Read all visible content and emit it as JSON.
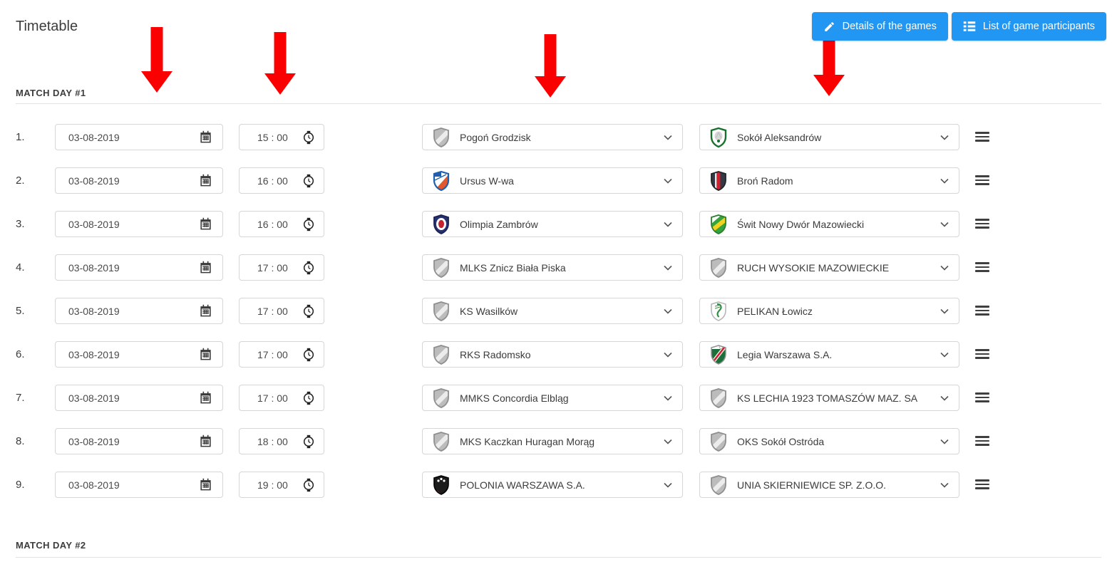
{
  "header": {
    "title": "Timetable",
    "buttons": [
      {
        "label": "Details of the games",
        "icon": "pencil-icon"
      },
      {
        "label": "List of game participants",
        "icon": "list-icon"
      }
    ]
  },
  "annotations": {
    "red_arrow_count": 4,
    "red_arrow_icon": "arrow-down-icon"
  },
  "sections": [
    {
      "label": "MATCH DAY #1"
    },
    {
      "label": "MATCH DAY #2"
    }
  ],
  "row_icons": {
    "date": "calendar-icon",
    "time": "clock-icon",
    "select": "chevron-down-icon",
    "drag": "menu-icon"
  },
  "matches": [
    {
      "index": "1.",
      "date": "03-08-2019",
      "time": "15 : 00",
      "home": {
        "name": "Pogoń Grodzisk",
        "crest": "generic-shield-icon"
      },
      "away": {
        "name": "Sokół Aleksandrów",
        "crest": "sokol-green-crest-icon"
      }
    },
    {
      "index": "2.",
      "date": "03-08-2019",
      "time": "16 : 00",
      "home": {
        "name": "Ursus W-wa",
        "crest": "ursus-blue-red-crest-icon"
      },
      "away": {
        "name": "Broń Radom",
        "crest": "bron-dark-red-crest-icon"
      }
    },
    {
      "index": "3.",
      "date": "03-08-2019",
      "time": "16 : 00",
      "home": {
        "name": "Olimpia Zambrów",
        "crest": "olimpia-navy-crest-icon"
      },
      "away": {
        "name": "Świt Nowy Dwór Mazowiecki",
        "crest": "swit-green-yellow-crest-icon"
      }
    },
    {
      "index": "4.",
      "date": "03-08-2019",
      "time": "17 : 00",
      "home": {
        "name": "MLKS Znicz Biała Piska",
        "crest": "generic-shield-icon"
      },
      "away": {
        "name": "RUCH WYSOKIE MAZOWIECKIE",
        "crest": "generic-shield-icon"
      }
    },
    {
      "index": "5.",
      "date": "03-08-2019",
      "time": "17 : 00",
      "home": {
        "name": "KS Wasilków",
        "crest": "generic-shield-icon"
      },
      "away": {
        "name": "PELIKAN Łowicz",
        "crest": "pelikan-white-green-crest-icon"
      }
    },
    {
      "index": "6.",
      "date": "03-08-2019",
      "time": "17 : 00",
      "home": {
        "name": "RKS Radomsko",
        "crest": "generic-shield-icon"
      },
      "away": {
        "name": "Legia Warszawa S.A.",
        "crest": "legia-green-white-red-crest-icon"
      }
    },
    {
      "index": "7.",
      "date": "03-08-2019",
      "time": "17 : 00",
      "home": {
        "name": "MMKS Concordia Elbląg",
        "crest": "generic-shield-icon"
      },
      "away": {
        "name": "KS LECHIA 1923 TOMASZÓW MAZ. SA",
        "crest": "generic-shield-icon"
      }
    },
    {
      "index": "8.",
      "date": "03-08-2019",
      "time": "18 : 00",
      "home": {
        "name": "MKS Kaczkan Huragan Morąg",
        "crest": "generic-shield-icon"
      },
      "away": {
        "name": "OKS Sokół Ostróda",
        "crest": "generic-shield-icon"
      }
    },
    {
      "index": "9.",
      "date": "03-08-2019",
      "time": "19 : 00",
      "home": {
        "name": "POLONIA WARSZAWA S.A.",
        "crest": "polonia-black-red-crest-icon"
      },
      "away": {
        "name": "UNIA SKIERNIEWICE SP. Z.O.O.",
        "crest": "generic-shield-icon"
      }
    }
  ],
  "colors": {
    "accent_blue": "#2196f3",
    "arrow_red": "#fb0000",
    "text_dark": "#3d3d3d",
    "border_gray": "#d6d6d6"
  }
}
